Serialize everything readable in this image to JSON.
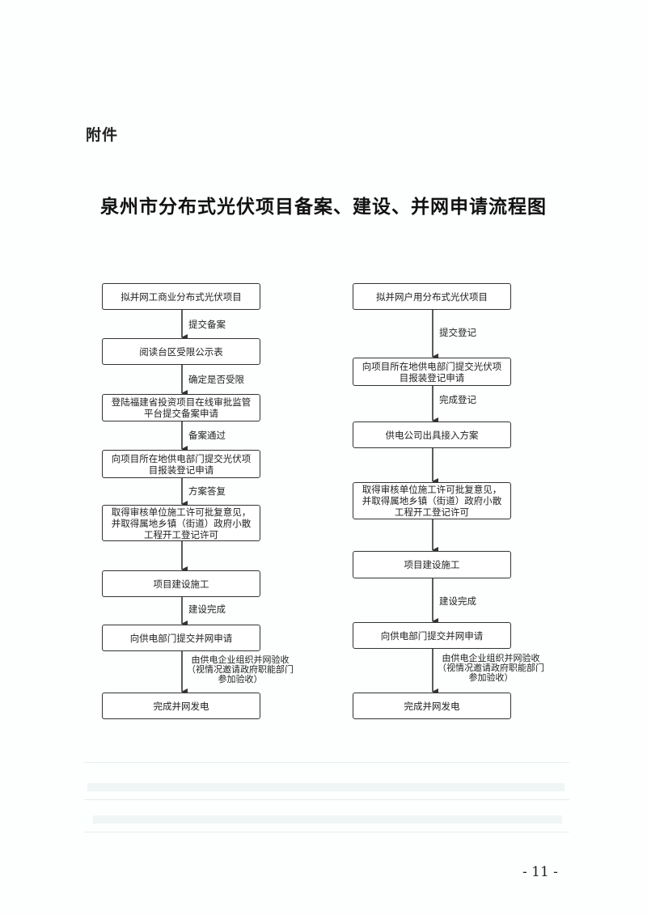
{
  "attachment_label": "附件",
  "title": "泉州市分布式光伏项目备案、建设、并网申请流程图",
  "left_flow": {
    "steps": [
      "拟并网工商业分布式光伏项目",
      "阅读台区受限公示表",
      "登陆福建省投资项目在线审批监管平台提交备案申请",
      "向项目所在地供电部门提交光伏项目报装登记申请",
      "取得审核单位施工许可批复意见，并取得属地乡镇（街道）政府小散工程开工登记许可",
      "项目建设施工",
      "向供电部门提交并网申请",
      "完成并网发电"
    ],
    "transitions": [
      "提交备案",
      "确定是否受限",
      "备案通过",
      "方案答复",
      "建设完成",
      "由供电企业组织并网验收（视情况邀请政府职能部门参加验收）"
    ]
  },
  "right_flow": {
    "steps": [
      "拟并网户用分布式光伏项目",
      "向项目所在地供电部门提交光伏项目报装登记申请",
      "供电公司出具接入方案",
      "取得审核单位施工许可批复意见，并取得属地乡镇（街道）政府小散工程开工登记许可",
      "项目建设施工",
      "向供电部门提交并网申请",
      "完成并网发电"
    ],
    "transitions": [
      "提交登记",
      "完成登记",
      "建设完成",
      "由供电企业组织并网验收（视情况邀请政府职能部门参加验收）"
    ]
  },
  "page_number": "- 11 -"
}
